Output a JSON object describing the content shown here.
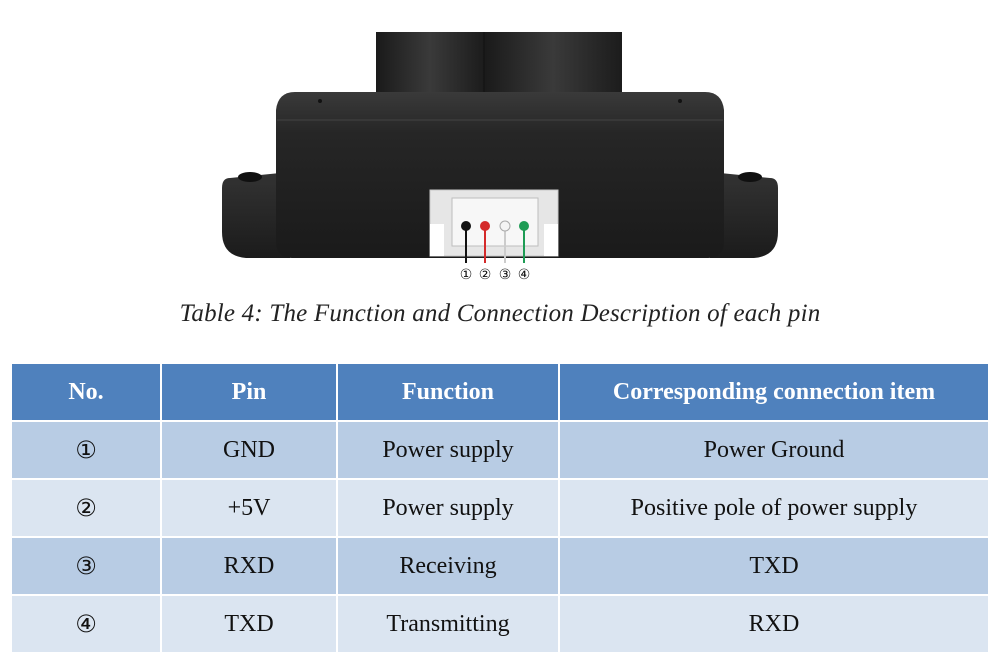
{
  "figure": {
    "pin_markers": [
      "①",
      "②",
      "③",
      "④"
    ],
    "wire_colors": [
      "#111111",
      "#d42a2a",
      "#f4f4f4",
      "#1e9c55"
    ]
  },
  "caption": "Table 4: The Function and Connection Description of each pin",
  "table": {
    "headers": [
      "No.",
      "Pin",
      "Function",
      "Corresponding connection item"
    ],
    "rows": [
      [
        "①",
        "GND",
        "Power supply",
        "Power Ground"
      ],
      [
        "②",
        "+5V",
        "Power supply",
        "Positive pole of power supply"
      ],
      [
        "③",
        "RXD",
        "Receiving",
        "TXD"
      ],
      [
        "④",
        "TXD",
        "Transmitting",
        "RXD"
      ]
    ],
    "colors": {
      "header": "#4f81bd",
      "row_dark": "#b8cce4",
      "row_light": "#dbe5f1"
    }
  }
}
